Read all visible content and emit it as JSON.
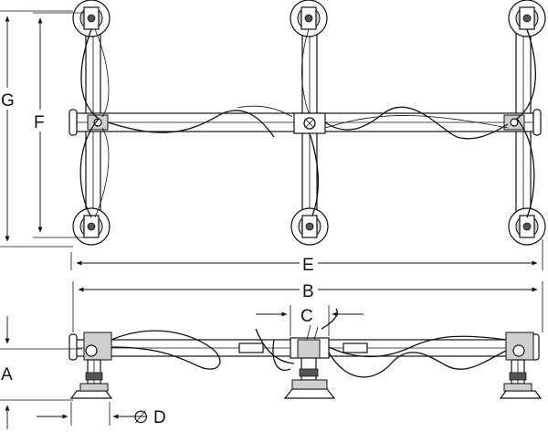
{
  "labels": {
    "a": "A",
    "b": "B",
    "c": "C",
    "d": "D",
    "e": "E",
    "f": "F",
    "g": "G",
    "diameter_symbol": "∅"
  }
}
